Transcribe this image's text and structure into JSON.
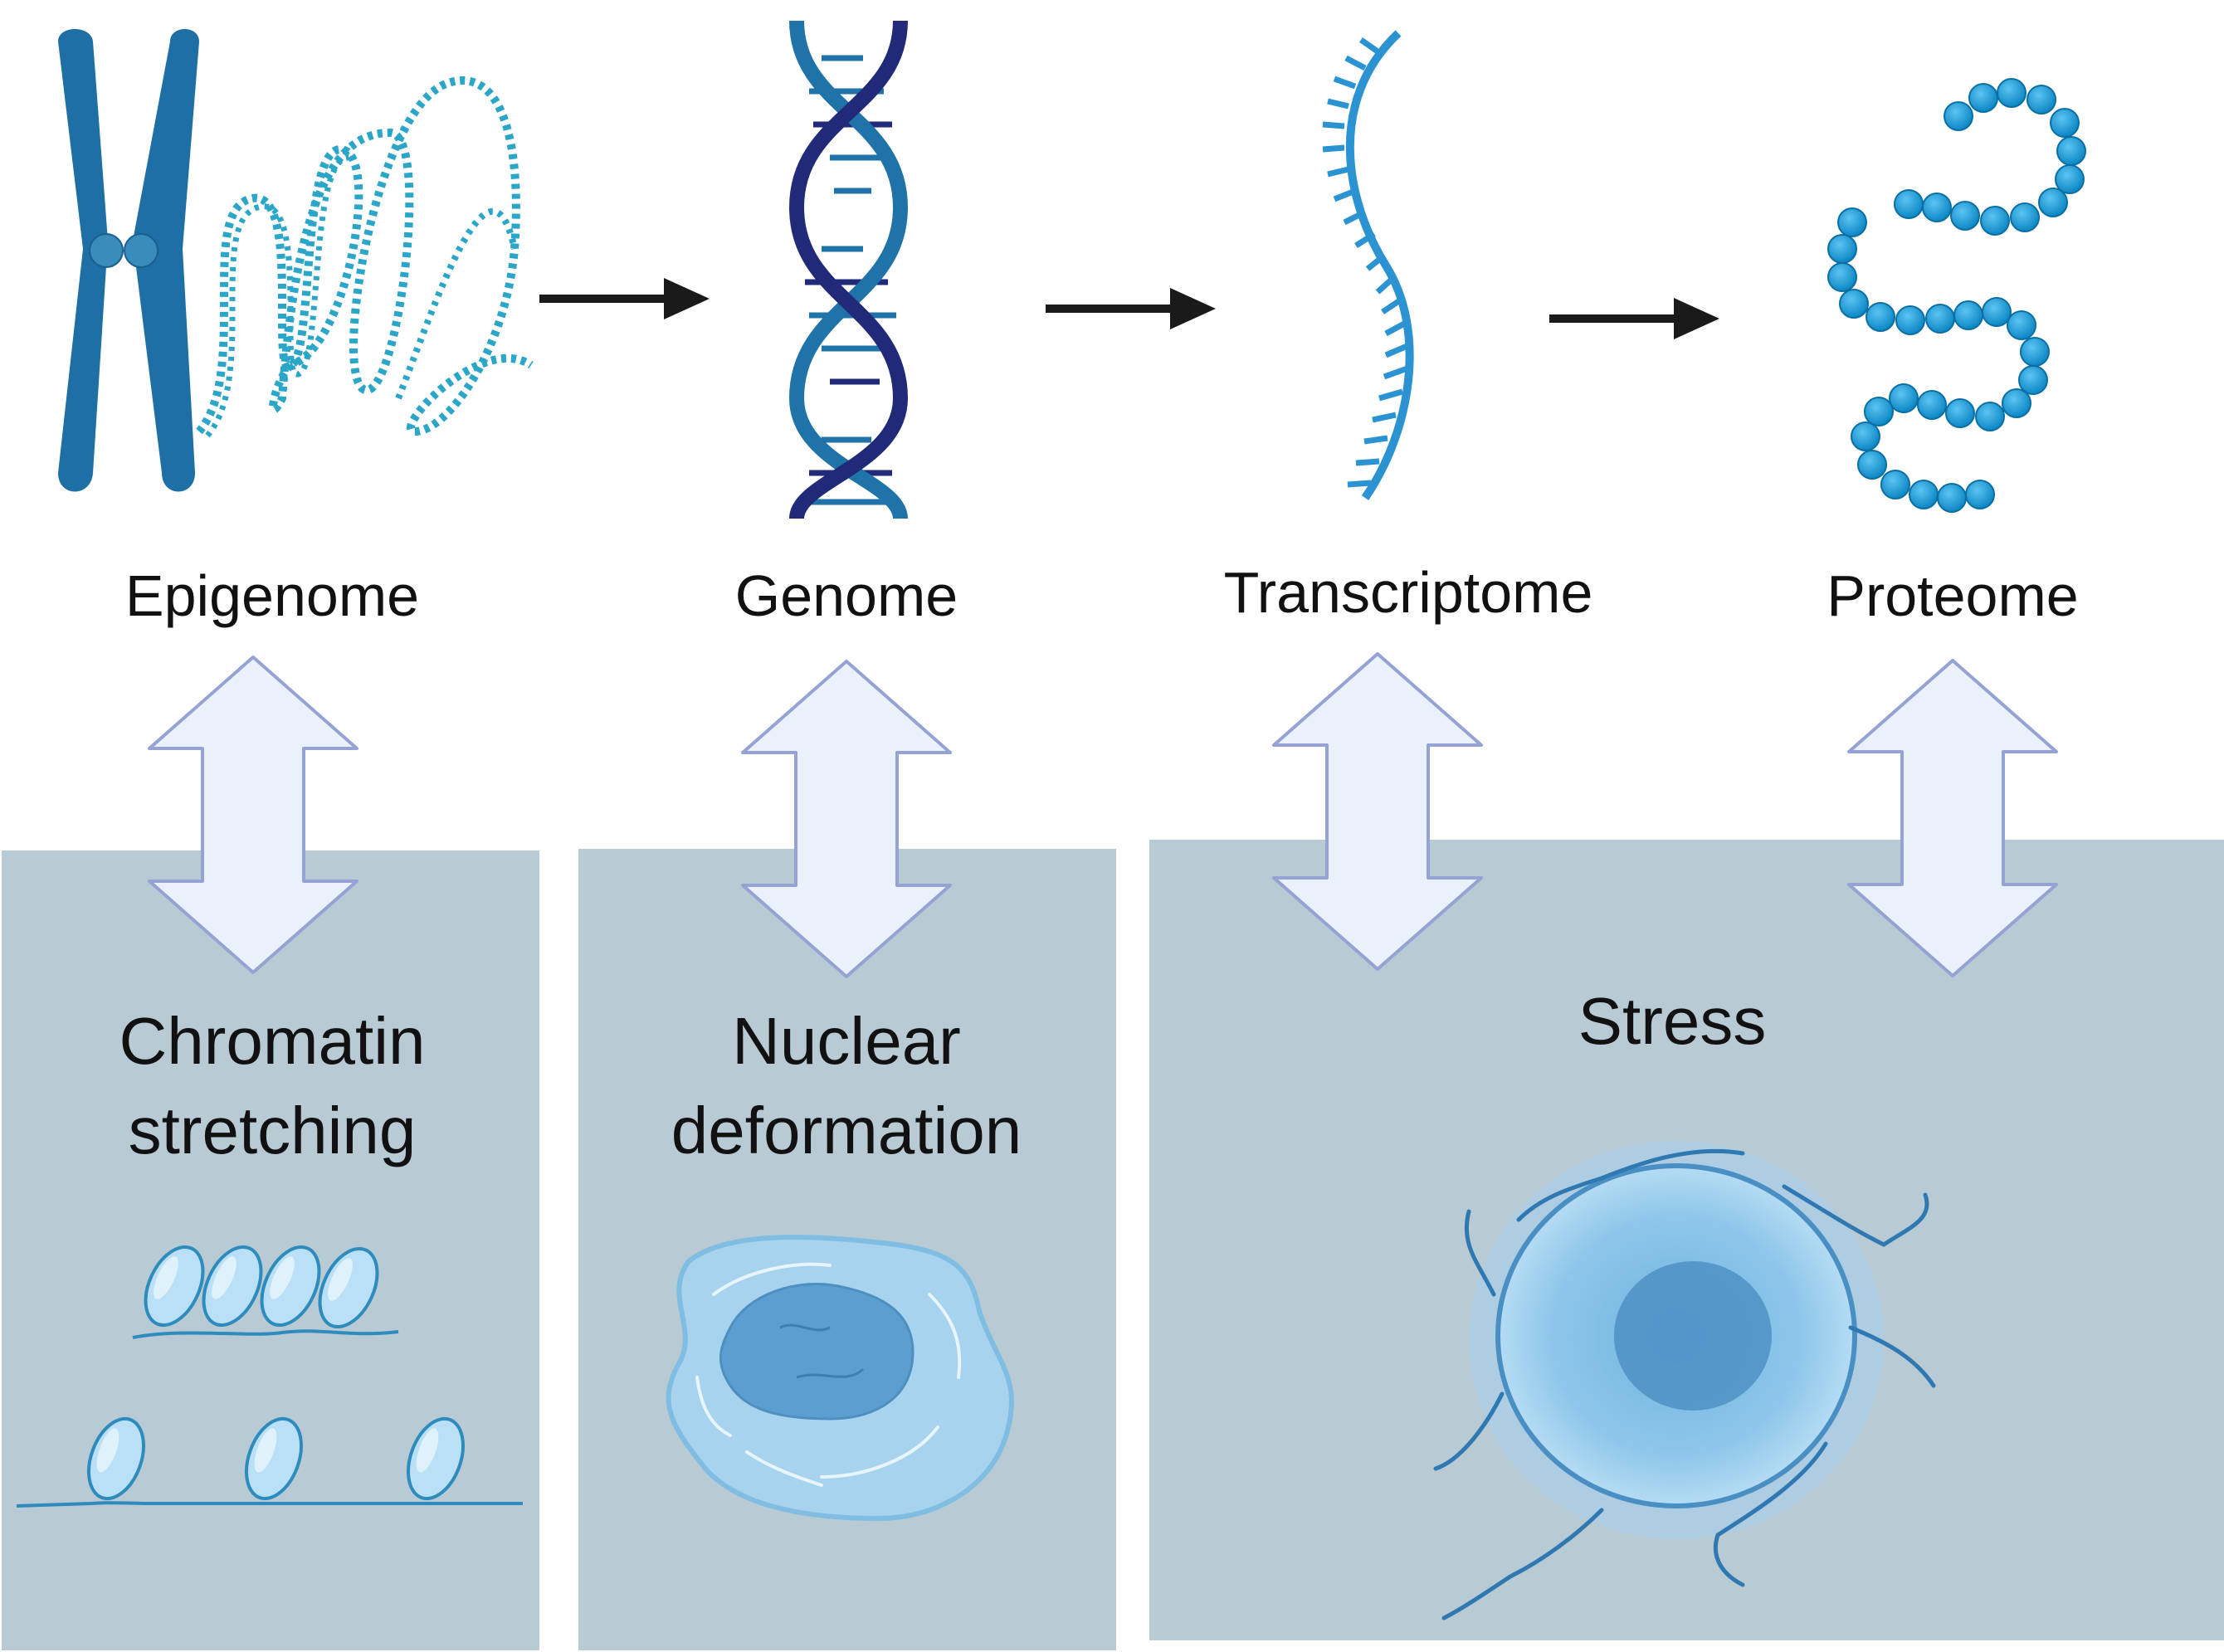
{
  "omics": {
    "epigenome": "Epigenome",
    "genome": "Genome",
    "transcriptome": "Transcriptome",
    "proteome": "Proteome"
  },
  "panels": {
    "chromatin_line1": "Chromatin",
    "chromatin_line2": "stretching",
    "nuclear_line1": "Nuclear",
    "nuclear_line2": "deformation",
    "stress": "Stress"
  },
  "colors": {
    "panel_bg": "#b8cad3",
    "double_arrow_fill": "#eaf1fb",
    "double_arrow_stroke": "#94a3d4",
    "chromosome": "#1d6fa5",
    "dna_dark": "#202a78",
    "dna_mid": "#1f73a8",
    "rna": "#2b93d1",
    "protein_bead": "#139ad8",
    "flow_arrow": "#1a1a1a",
    "cell_light": "#a8d3ee",
    "cell_nucleus": "#5a9fd0"
  },
  "icons": [
    "chromosome-icon",
    "dna-helix-icon",
    "rna-strand-icon",
    "protein-chain-icon",
    "nucleosome-icon",
    "deformed-nucleus-icon",
    "stressed-cell-icon"
  ]
}
